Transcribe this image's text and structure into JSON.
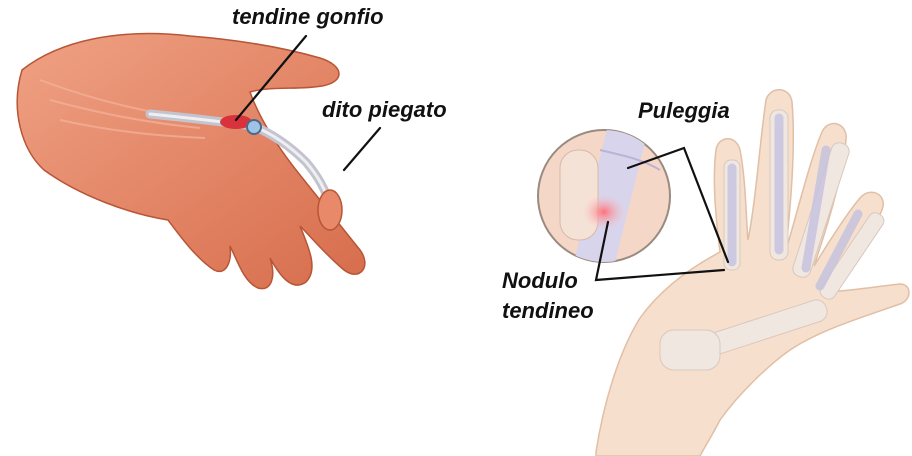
{
  "labels": {
    "tendine_gonfio": "tendine gonfio",
    "dito_piegato": "dito piegato",
    "puleggia": "Puleggia",
    "nodulo_line1": "Nodulo",
    "nodulo_line2": "tendineo"
  },
  "colors": {
    "skin_left": "#e8896a",
    "skin_left_shadow": "#c9603f",
    "tendon": "#b8b8c4",
    "skin_right": "#f4d9c4",
    "bone": "#efe6e0",
    "tendon_right": "#c9c6de",
    "nodule": "#f08a8a",
    "leader": "#111111"
  }
}
